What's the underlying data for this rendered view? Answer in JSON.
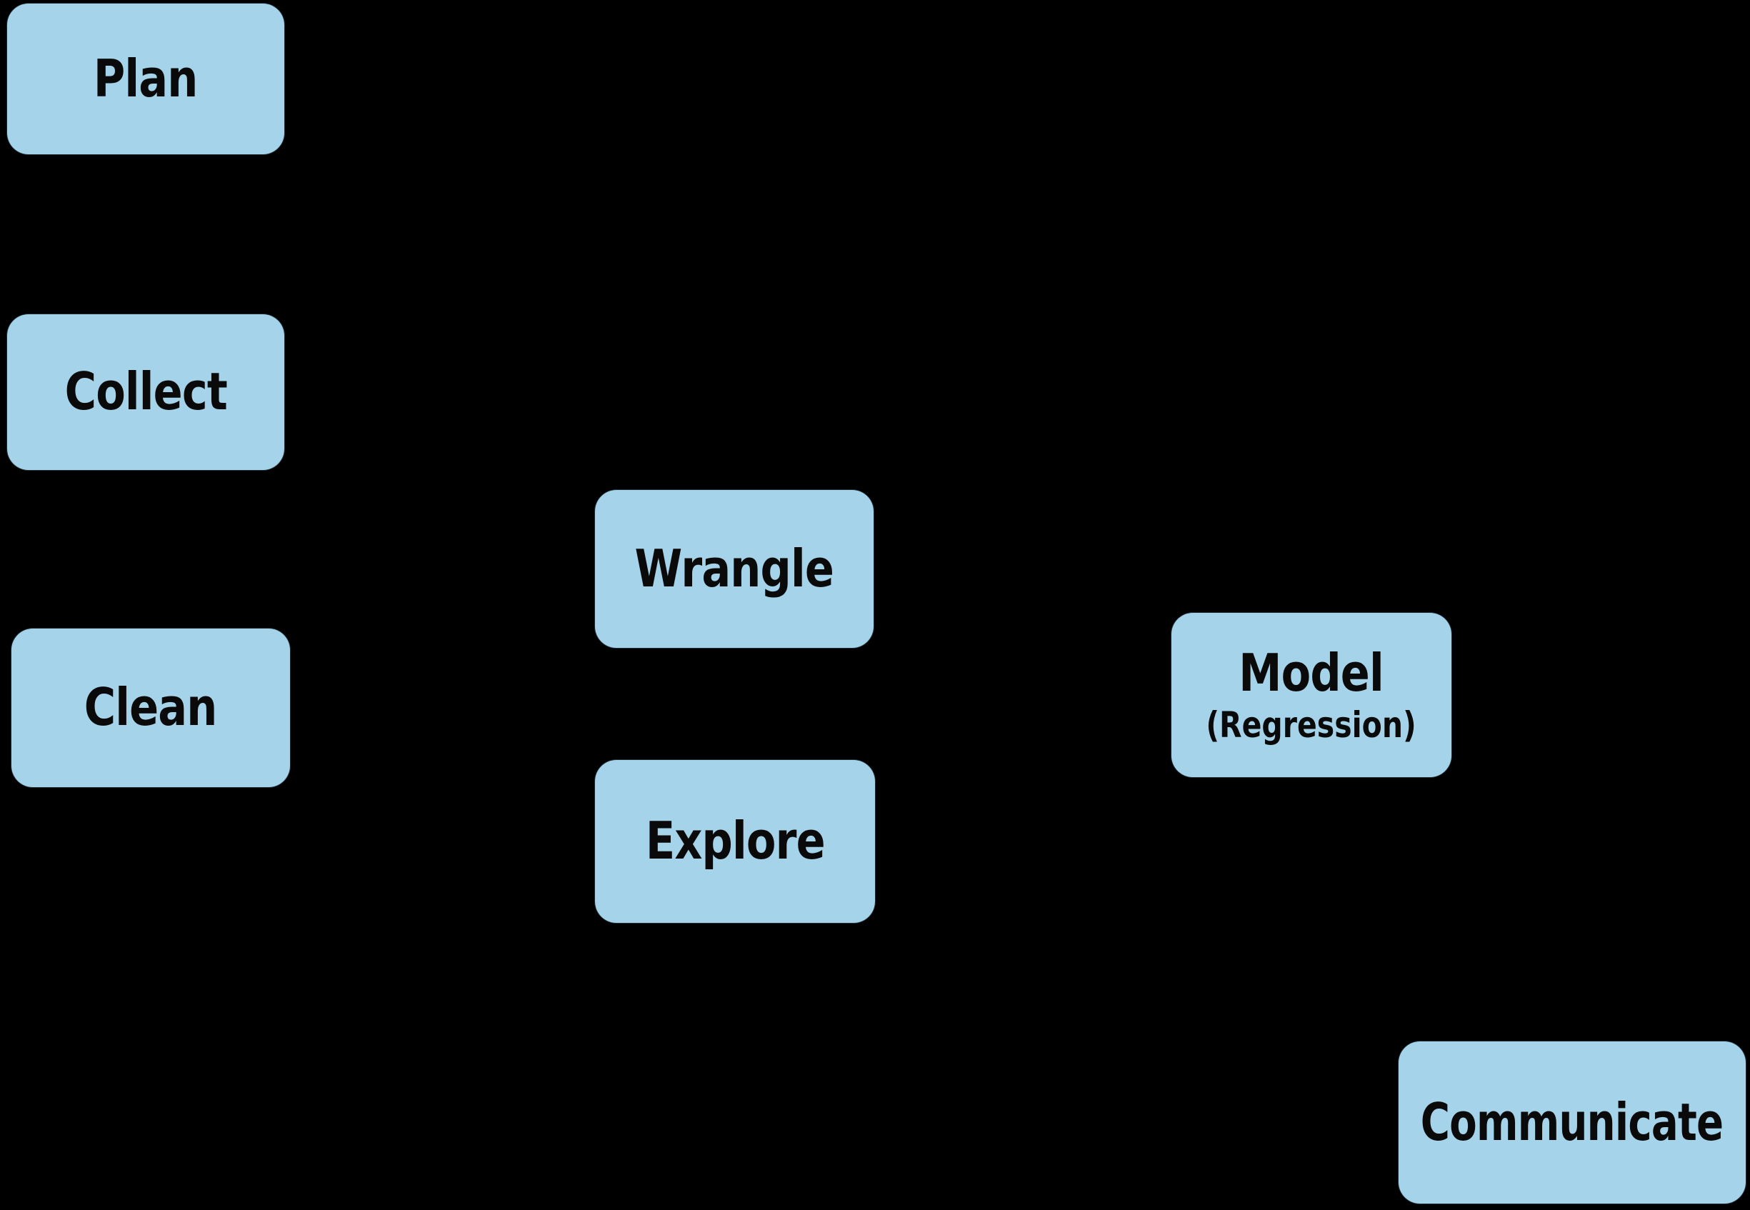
{
  "diagram": {
    "background_color": "#000000",
    "box_fill_color": "#A5D4EA",
    "box_text_color": "#0A0A0A",
    "nodes": [
      {
        "id": "plan",
        "label": "Plan"
      },
      {
        "id": "collect",
        "label": "Collect"
      },
      {
        "id": "clean",
        "label": "Clean"
      },
      {
        "id": "wrangle",
        "label": "Wrangle"
      },
      {
        "id": "explore",
        "label": "Explore"
      },
      {
        "id": "model",
        "label": "Model",
        "sublabel": "(Regression)"
      },
      {
        "id": "communicate",
        "label": "Communicate"
      }
    ]
  }
}
